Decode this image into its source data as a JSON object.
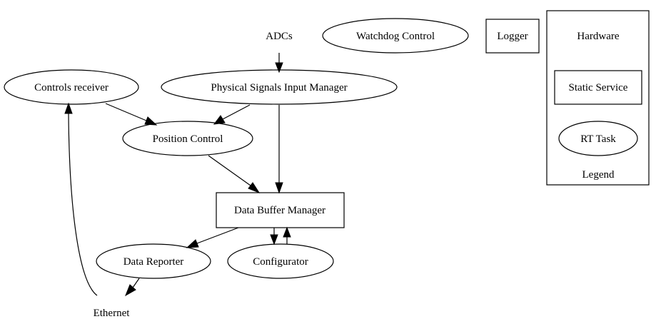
{
  "nodes": {
    "adcs": "ADCs",
    "watchdog": "Watchdog Control",
    "logger": "Logger",
    "controls_receiver": "Controls receiver",
    "physical_signals": "Physical Signals Input Manager",
    "position_control": "Position Control",
    "data_buffer": "Data Buffer Manager",
    "data_reporter": "Data Reporter",
    "configurator": "Configurator",
    "ethernet": "Ethernet"
  },
  "legend": {
    "hardware": "Hardware",
    "static_service": "Static Service",
    "rt_task": "RT Task",
    "title": "Legend"
  },
  "edges": [
    {
      "from": "ADCs",
      "to": "Physical Signals Input Manager"
    },
    {
      "from": "Controls receiver",
      "to": "Position Control"
    },
    {
      "from": "Physical Signals Input Manager",
      "to": "Position Control"
    },
    {
      "from": "Physical Signals Input Manager",
      "to": "Data Buffer Manager"
    },
    {
      "from": "Position Control",
      "to": "Data Buffer Manager"
    },
    {
      "from": "Data Buffer Manager",
      "to": "Data Reporter"
    },
    {
      "from": "Data Buffer Manager",
      "to": "Configurator"
    },
    {
      "from": "Configurator",
      "to": "Data Buffer Manager"
    },
    {
      "from": "Data Reporter",
      "to": "Ethernet"
    },
    {
      "from": "Ethernet",
      "to": "Controls receiver"
    }
  ]
}
